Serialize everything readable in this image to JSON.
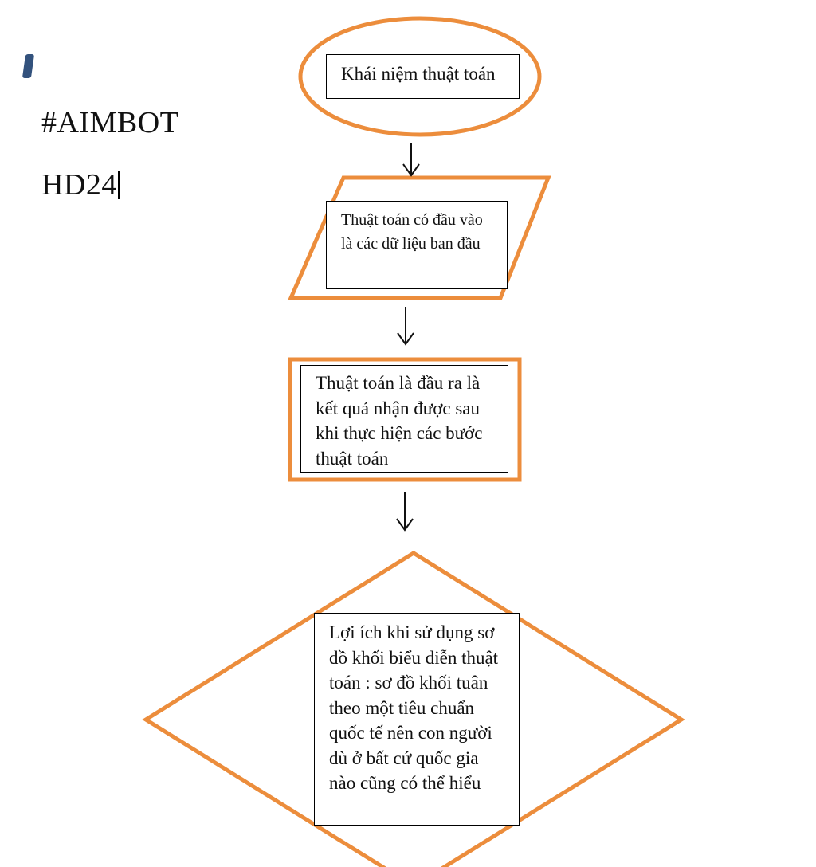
{
  "side": {
    "line1": "#AIMBOT",
    "line2": "HD24"
  },
  "flowchart": {
    "step1": "Khái niệm thuật toán",
    "step2": "Thuật toán có đầu vào là các dữ liệu ban đầu",
    "step3": "Thuật toán là đầu ra là kết quả nhận được sau khi thực hiện các bước thuật toán",
    "step4": "Lợi ích khi sử dụng sơ đồ khối biểu diễn thuật toán : sơ đồ khối tuân theo một tiêu chuẩn quốc tế nên con người dù ở bất cứ quốc gia nào cũng có thể hiểu"
  },
  "colors": {
    "shape_stroke": "#ec8d3c",
    "box_border": "#000000",
    "cursor_mark": "#33527d"
  }
}
